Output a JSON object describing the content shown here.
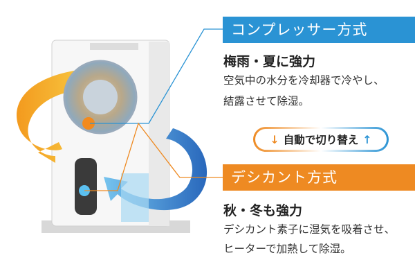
{
  "compressor": {
    "title": "コンプレッサー方式",
    "headline": "梅雨・夏に強力",
    "lines": [
      "空気中の水分を冷却器で冷やし、",
      "結露させて除湿。"
    ]
  },
  "switch_badge": {
    "label": "自動で切り替え"
  },
  "desiccant": {
    "title": "デシカント方式",
    "headline": "秋・冬も強力",
    "lines": [
      "デシカント素子に湿気を吸着させ、",
      "ヒーターで加熱して除湿。"
    ]
  },
  "colors": {
    "compressor": "#2a93d4",
    "desiccant": "#ee8a22"
  }
}
